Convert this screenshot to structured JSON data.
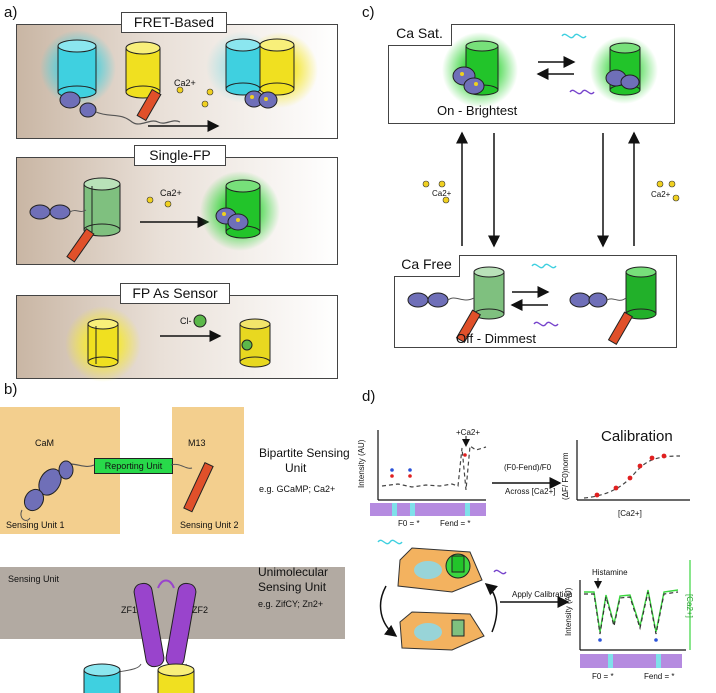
{
  "panels": {
    "a": {
      "letter": "a)",
      "fret": {
        "title": "FRET-Based",
        "ion": "Ca2+"
      },
      "single": {
        "title": "Single-FP",
        "ion": "Ca2+"
      },
      "sensor": {
        "title": "FP As Sensor",
        "ion": "Cl-"
      }
    },
    "b": {
      "letter": "b)",
      "bipartite": {
        "cam": "CaM",
        "reporting": "Reporting Unit",
        "m13": "M13",
        "unit1": "Sensing Unit 1",
        "unit2": "Sensing Unit 2",
        "title_line1": "Bipartite Sensing",
        "title_line2": "Unit",
        "example": "e.g. GCaMP; Ca2+"
      },
      "unimolecular": {
        "sensing_unit": "Sensing Unit",
        "zf1": "ZF1",
        "zf2": "ZF2",
        "title_line1": "Unimolecular",
        "title_line2": "Sensing Unit",
        "example": "e.g. ZifCY; Zn2+"
      }
    },
    "c": {
      "letter": "c)",
      "ca_sat": "Ca Sat.",
      "on_label": "On - Brightest",
      "ca_free": "Ca Free",
      "off_label": "Off - Dimmest",
      "ion_left": "Ca2+",
      "ion_right": "Ca2+"
    },
    "d": {
      "letter": "d)",
      "ca_add": "+Ca2+",
      "y_intensity": "Intensity (AU)",
      "f0": "F0 = *",
      "fend": "Fend = *",
      "formula": "(F0-Fend)/F0",
      "across": "Across [Ca2+]",
      "calibration_title": "Calibration",
      "cal_y": "(ΔF/ F0)norm",
      "cal_x": "[Ca2+]",
      "apply": "Apply Calibration",
      "histamine": "Histamine",
      "y_intensity2": "Intensity (AU)",
      "right_axis": "[Ca2+]",
      "f0_2": "F0 = *",
      "fend_2": "Fend = *"
    }
  },
  "colors": {
    "cyan": "#3fd0e0",
    "yellow": "#f0e020",
    "green": "#22c42a",
    "purple_protein": "#6f6fb8",
    "orange_peptide": "#e0502a",
    "violet_helix": "#9944cc",
    "tan_box": "#f3cf8e",
    "grey_box": "#b2aaa2"
  }
}
